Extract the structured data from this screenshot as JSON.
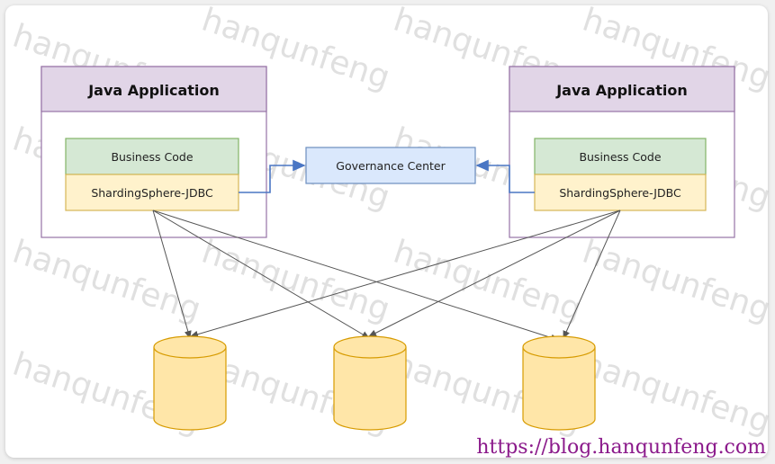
{
  "watermark": "hanqunfeng",
  "app_left": {
    "title": "Java Application",
    "business": "Business Code",
    "jdbc": "ShardingSphere-JDBC"
  },
  "app_right": {
    "title": "Java Application",
    "business": "Business Code",
    "jdbc": "ShardingSphere-JDBC"
  },
  "governance": "Governance Center",
  "databases": [
    "",
    "",
    ""
  ],
  "footer_url": "https://blog.hanqunfeng.com",
  "colors": {
    "app_header": "#e1d5e7",
    "app_border": "#9673a6",
    "business": "#d5e8d4",
    "business_border": "#82b366",
    "jdbc": "#fff2cc",
    "jdbc_border": "#d6b656",
    "governance": "#dae8fc",
    "governance_border": "#6c8ebf",
    "db_fill": "#ffe6a8",
    "db_border": "#d79b00",
    "link_blue": "#4a76c4",
    "arrow": "#555555",
    "url": "#8b1a8b"
  }
}
